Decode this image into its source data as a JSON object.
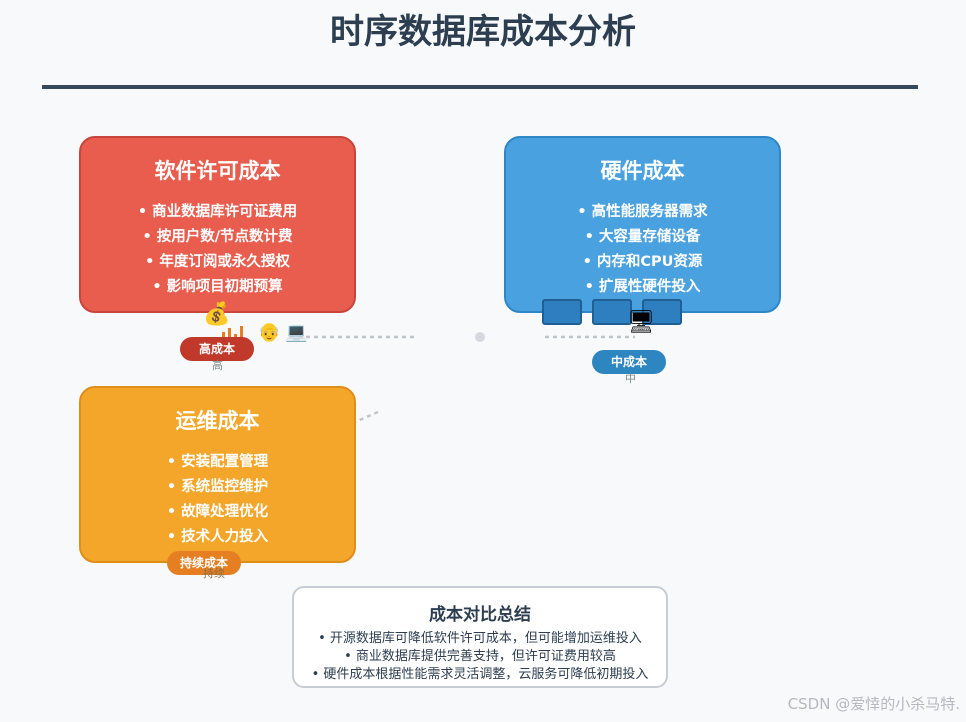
{
  "title": "时序数据库成本分析",
  "software": {
    "title": "软件许可成本",
    "items": [
      "• 商业数据库许可证费用",
      "• 按用户数/节点数计费",
      "• 年度订阅或永久授权",
      "• 影响项目初期预算"
    ],
    "badge": "高成本",
    "sub": "高",
    "color": "#e85d4e"
  },
  "hardware": {
    "title": "硬件成本",
    "items": [
      "• 高性能服务器需求",
      "• 大容量存储设备",
      "• 内存和CPU资源",
      "• 扩展性硬件投入"
    ],
    "badge": "中成本",
    "sub": "中",
    "color": "#4aa1df"
  },
  "ops": {
    "title": "运维成本",
    "items": [
      "• 安装配置管理",
      "• 系统监控维护",
      "• 故障处理优化",
      "• 技术人力投入"
    ],
    "badge": "持续成本",
    "sub": "持续",
    "color": "#f4a62a"
  },
  "icons": {
    "money": "💰",
    "person": "👴",
    "laptop": "💻",
    "monitor": "🖥"
  },
  "summary": {
    "title": "成本对比总结",
    "items": [
      "• 开源数据库可降低软件许可成本，但可能增加运维投入",
      "• 商业数据库提供完善支持，但许可证费用较高",
      "• 硬件成本根据性能需求灵活调整，云服务可降低初期投入"
    ]
  },
  "watermark": "CSDN @爱悻的小杀马特."
}
